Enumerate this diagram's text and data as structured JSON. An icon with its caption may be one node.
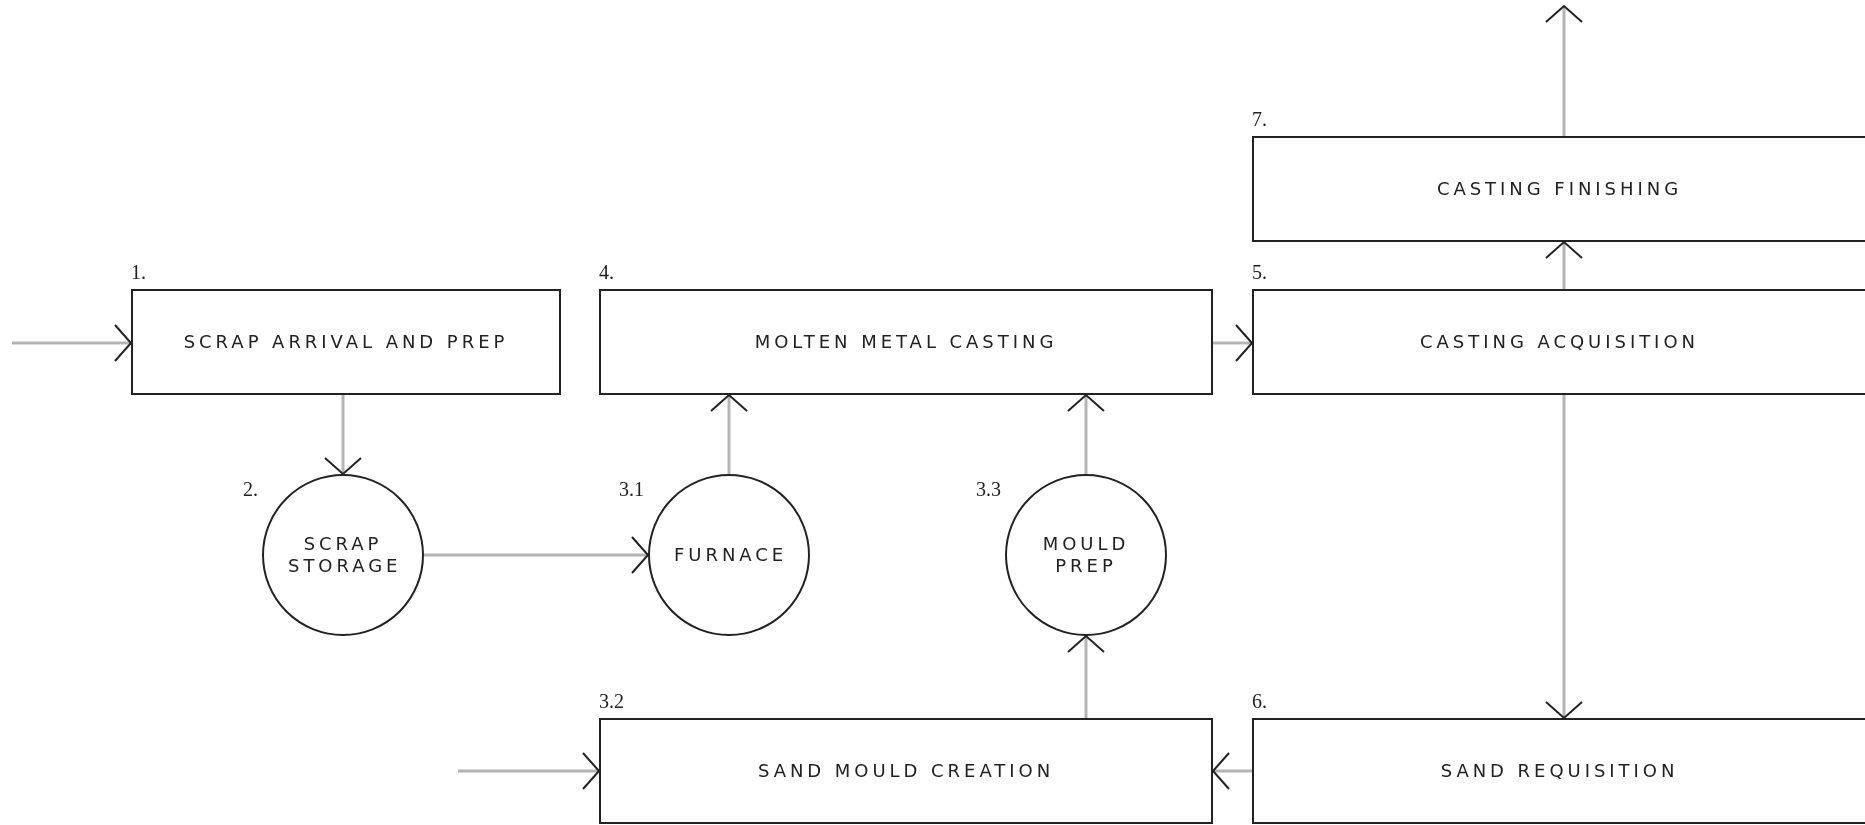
{
  "diagram": {
    "nodes": [
      {
        "text": [
          "SCRAP ARRIVAL AND PREP"
        ],
        "beside": [
          "1."
        ]
      },
      {
        "text": [
          "SCRAP STORAGE"
        ],
        "beside": [
          "2."
        ]
      },
      {
        "text": [
          "FURNACE"
        ],
        "beside": [
          "3.1"
        ]
      },
      {
        "text": [
          "MOLTEN METAL CASTING"
        ],
        "beside": [
          "4."
        ]
      },
      {
        "text": [
          "MOULD PREP"
        ],
        "beside": [
          "3.3"
        ]
      },
      {
        "text": [
          "SAND MOULD CREATION"
        ],
        "beside": [
          "3.2"
        ]
      },
      {
        "text": [
          "CASTING FINISHING"
        ],
        "beside": [
          "7."
        ]
      },
      {
        "text": [
          "CASTING ACQUISITION"
        ],
        "beside": [
          "5."
        ]
      },
      {
        "text": [
          "SAND REQUISITION"
        ],
        "beside": [
          "6."
        ]
      }
    ],
    "edges": [
      {
        "from": null,
        "to": 0,
        "arrow": "to"
      },
      {
        "from": 0,
        "to": 1,
        "arrow": "to"
      },
      {
        "from": 1,
        "to": 2,
        "arrow": "to"
      },
      {
        "from": 2,
        "to": 3,
        "arrow": "to"
      },
      {
        "from": 4,
        "to": 3,
        "arrow": "to"
      },
      {
        "from": 3,
        "to": 7,
        "arrow": "to"
      },
      {
        "from": null,
        "to": 5,
        "arrow": "to"
      },
      {
        "from": 5,
        "to": 4,
        "arrow": "to"
      },
      {
        "from": 8,
        "to": 5,
        "arrow": "to"
      },
      {
        "from": 7,
        "to": 6,
        "arrow": "to"
      },
      {
        "from": 6,
        "to": null,
        "arrow": "to"
      },
      {
        "from": 7,
        "to": 8,
        "arrow": "to"
      }
    ]
  }
}
